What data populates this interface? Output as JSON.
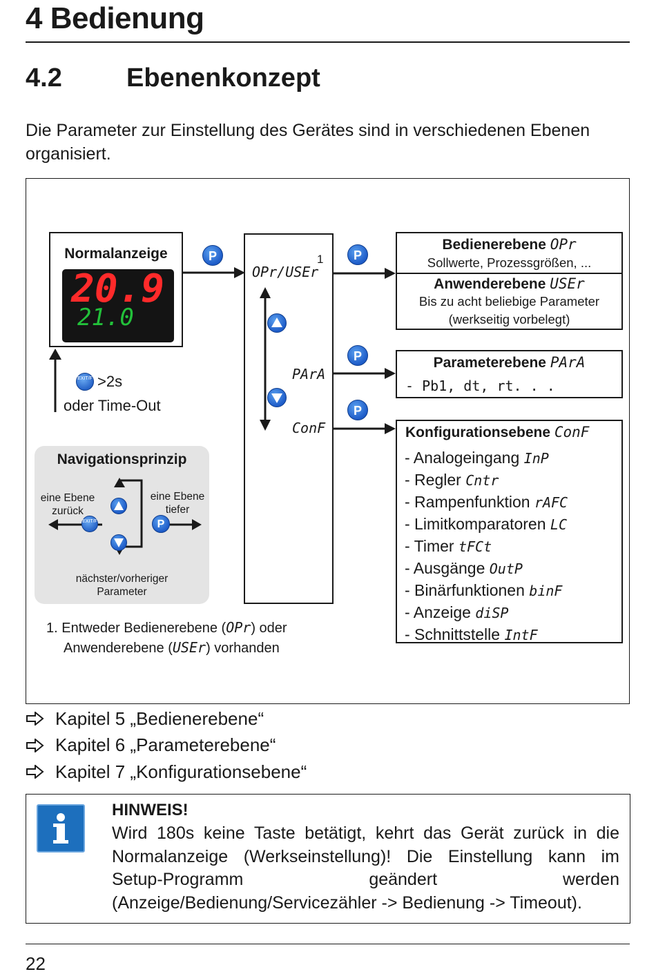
{
  "chapter_title": "4 Bedienung",
  "section": {
    "number": "4.2",
    "title": "Ebenenkonzept"
  },
  "intro": "Die Parameter zur Einstellung des Gerätes sind in verschiedenen Ebenen organisiert.",
  "diagram": {
    "normal_display": {
      "title": "Normalanzeige",
      "value_main": "20.9",
      "value_sub": "21.0"
    },
    "exit_hint": {
      "exit_key": "EXIT/F",
      "time": ">2s",
      "timeout": "oder Time-Out"
    },
    "menu": {
      "item1": "OPr/USEr",
      "footnote_mark": "1",
      "item2": "PArA",
      "item3": "ConF"
    },
    "p_key": "P",
    "levels": {
      "operator": {
        "title": "Bedienerebene",
        "code": "OPr",
        "desc": "Sollwerte, Prozessgrößen, ..."
      },
      "user": {
        "title": "Anwenderebene",
        "code": "USEr",
        "desc1": "Bis zu acht beliebige Parameter",
        "desc2": "(werkseitig vorbelegt)"
      },
      "parameter": {
        "title": "Parameterebene",
        "code": "PArA",
        "items": "- Pb1, dt, rt. . ."
      },
      "config": {
        "title": "Konfigurationsebene",
        "code": "ConF",
        "items": [
          {
            "label": "- Analogeingang",
            "code": "InP"
          },
          {
            "label": "- Regler",
            "code": "Cntr"
          },
          {
            "label": "- Rampenfunktion",
            "code": "rAFC"
          },
          {
            "label": "- Limitkomparatoren",
            "code": "LC"
          },
          {
            "label": "- Timer",
            "code": "tFCt"
          },
          {
            "label": "- Ausgänge",
            "code": "OutP"
          },
          {
            "label": "- Binärfunktionen",
            "code": "binF"
          },
          {
            "label": "- Anzeige",
            "code": "diSP"
          },
          {
            "label": "- Schnittstelle",
            "code": "IntF"
          }
        ]
      }
    },
    "navigation": {
      "title": "Navigationsprinzip",
      "back": "eine Ebene zurück",
      "deeper": "eine Ebene tiefer",
      "next_prev": "nächster/vorheriger Parameter"
    },
    "footnote": {
      "num": "1.",
      "line1a": "Entweder Bedienerebene (",
      "line1code": "OPr",
      "line1b": ") oder",
      "line2a": "Anwenderebene (",
      "line2code": "USEr",
      "line2b": ") vorhanden"
    }
  },
  "references": [
    "Kapitel 5 „Bedienerebene“",
    "Kapitel 6 „Parameterebene“",
    "Kapitel 7 „Konfigurationsebene“"
  ],
  "note": {
    "heading": "HINWEIS!",
    "text": "Wird 180s keine Taste betätigt, kehrt das Gerät zurück in die Normalanzeige (Werkseinstellung)! Die Einstellung kann im Setup-Programm geändert werden (Anzeige/Bedienung/Servicezähler -> Bedienung -> Timeout)."
  },
  "page_number": "22",
  "colors": {
    "led_red": "#ff2a2a",
    "led_green": "#22c03a",
    "key_blue": "#1e5cc8",
    "nav_bg": "#e4e4e4",
    "info_blue": "#1d6fbd"
  },
  "icons": {
    "reference": "arrow-right-outline-icon",
    "info": "info-icon"
  }
}
